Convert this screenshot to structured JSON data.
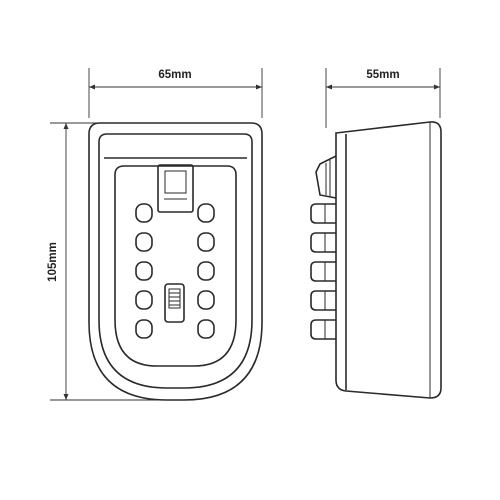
{
  "dimensions": {
    "front_width": "65mm",
    "side_depth": "55mm",
    "height": "105mm"
  },
  "colors": {
    "line": "#2a2a2a",
    "background": "#ffffff"
  },
  "keypad": {
    "buttons_per_column": 5,
    "columns": 2
  }
}
